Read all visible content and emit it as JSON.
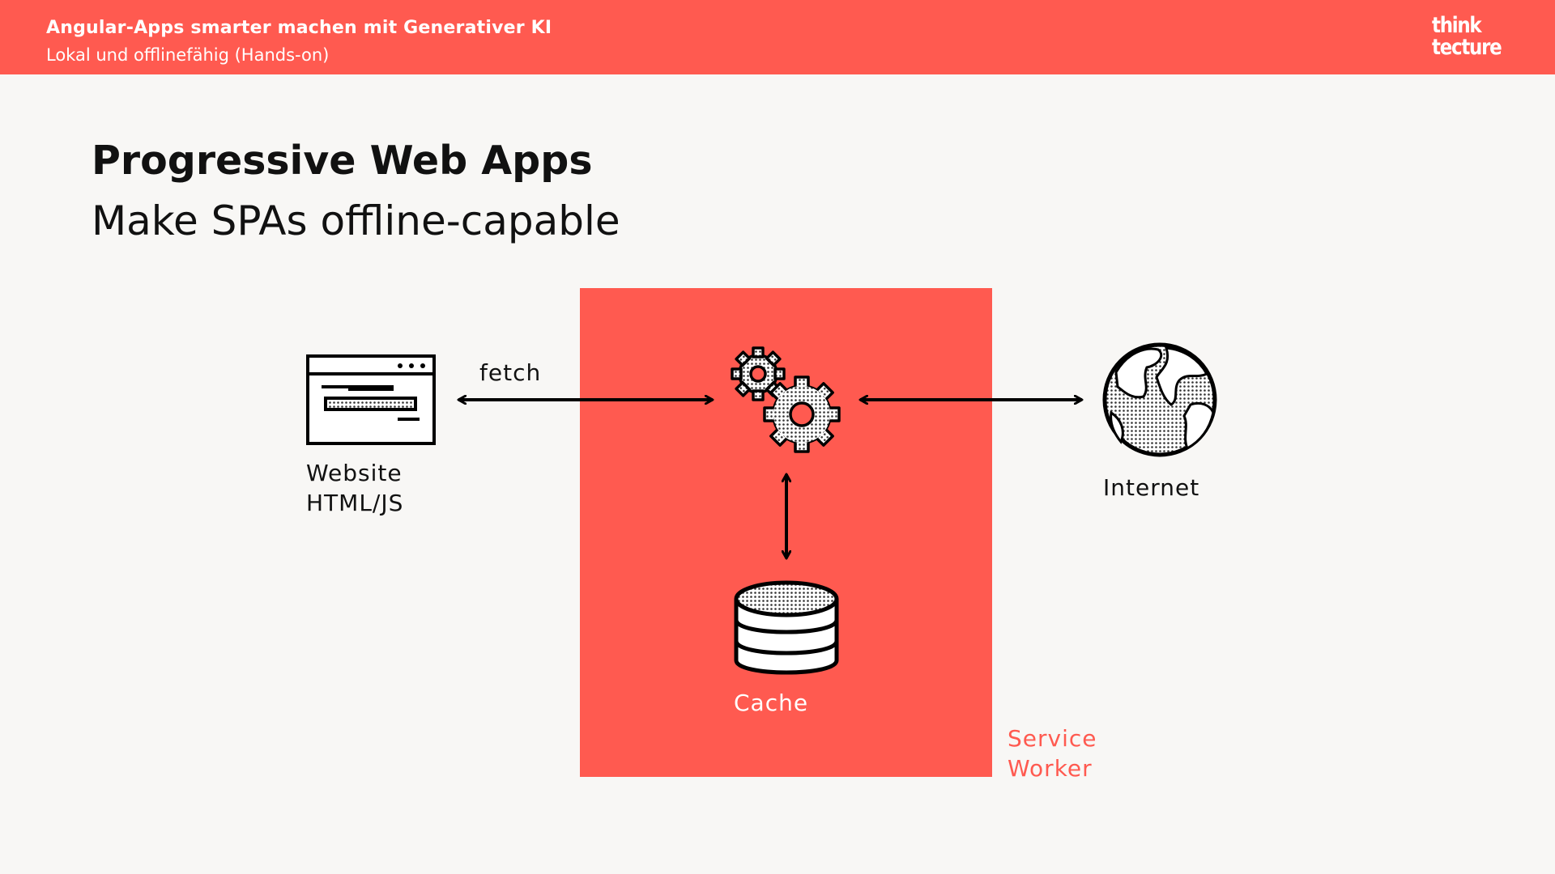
{
  "header": {
    "title": "Angular-Apps smarter machen mit Generativer KI",
    "subtitle": "Lokal und offlinefähig (Hands-on)",
    "logo_line1": "think",
    "logo_line2": "tecture"
  },
  "slide": {
    "title": "Progressive Web Apps",
    "subtitle": "Make SPAs offline-capable"
  },
  "diagram": {
    "website_label_line1": "Website",
    "website_label_line2": "HTML/JS",
    "fetch_label": "fetch",
    "internet_label": "Internet",
    "cache_label": "Cache",
    "service_worker_label_line1": "Service",
    "service_worker_label_line2": "Worker"
  },
  "colors": {
    "accent": "#ff5a50",
    "background": "#f8f7f5",
    "text": "#111111"
  },
  "icons": [
    "browser-window-icon",
    "gears-icon",
    "globe-icon",
    "database-icon"
  ]
}
